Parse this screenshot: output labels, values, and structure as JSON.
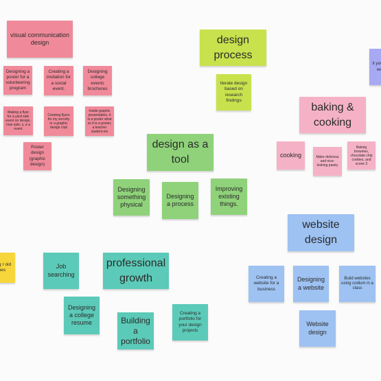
{
  "board": {
    "notes": {
      "visual_comm": "visual communication design",
      "vc_1": "Designing a poster for a volunteering program",
      "vc_2": "Creating a invitation for a social event.",
      "vc_3": "Designing college events brochures",
      "vc_4": "Making a flyer for a yard sale event on design, now sale, s, a a event",
      "vc_5": "Creating flyers for my sorority or a graphic design club",
      "vc_6": "Inside graphic presentation, it is a poster what so it is a poster, a teacher student etc",
      "vc_7": "Poster design (graphic design)",
      "design_process": "design process",
      "dp_1": "Iterate design based on research findings",
      "purple_partial": "li you u wo",
      "baking": "baking & cooking",
      "bk_1": "cooking",
      "bk_2": "Make delicious and nice-looking pastry",
      "bk_3": "Baking brownies, chocolate chip cookies, and scone 3",
      "tool": "design as a tool",
      "tool_1": "Designing something physical",
      "tool_2": "Designing a process",
      "tool_3": "Improving existing things.",
      "yellow_partial": "fying r old thes",
      "prof_1": "Job searching",
      "prof_main": "professional growth",
      "prof_2": "Designing a college resume",
      "prof_3": "Building a portfolio",
      "prof_4": "Creating a portfolio for your design projects",
      "website": "website design",
      "web_1": "Creating a website for a business",
      "web_2": "Designing a website",
      "web_3": "Build websites using codium in a class",
      "web_4": "Website design"
    }
  },
  "colors": {
    "pink": "#f08a9a",
    "light_pink": "#f5b2c6",
    "green": "#8fd27a",
    "lime": "#c7e24d",
    "teal": "#5ccab8",
    "blue": "#9ec2f2",
    "yellow": "#f6d63a",
    "purple": "#a7a9f2"
  }
}
